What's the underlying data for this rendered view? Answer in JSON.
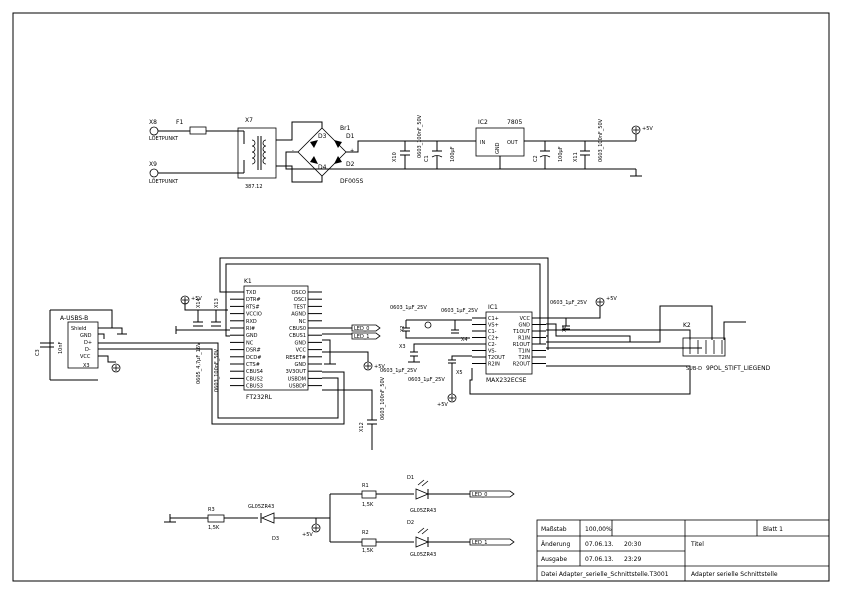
{
  "power": {
    "x8": "X8",
    "x9": "X9",
    "loet1": "LÖETPUNKT",
    "loet2": "LÖETPUNKT",
    "f1": "F1",
    "x7": "X7",
    "trafo": "387.12",
    "br1": "Br1",
    "bridge": "DF005S",
    "d1": "D1",
    "d2": "D2",
    "d3": "D3",
    "d4": "D4",
    "x10": "X10",
    "c1": "C1",
    "c1_val": "0603_100nF_50V",
    "c_100u_a": "100µF",
    "ic2": "IC2",
    "reg": "7805",
    "pin_in": "IN",
    "pin_out": "OUT",
    "pin_gnd": "GND",
    "c2": "C2",
    "c_100u_b": "100µF",
    "x11": "X11",
    "c2_val": "0603_100nF_50V",
    "p5v": "+5V"
  },
  "usb": {
    "title": "A-USBS-B",
    "shield": "Shield",
    "gnd": "GND",
    "dp": "D+",
    "dm": "D-",
    "vcc": "VCC",
    "x3": "X3",
    "c3": "C3",
    "c3_val": "10nF",
    "p5v": "+5V"
  },
  "ft232": {
    "k1": "K1",
    "name": "FT232RL",
    "pins_left": [
      "TXD",
      "DTR#",
      "RTS#",
      "VCCIO",
      "RXD",
      "RI#",
      "GND",
      "NC",
      "DSR#",
      "DCD#",
      "CTS#",
      "CBUS4",
      "CBUS2",
      "CBUS3"
    ],
    "pins_right": [
      "OSCO",
      "OSCI",
      "TEST",
      "AGND",
      "NC",
      "CBUS0",
      "CBUS1",
      "GND",
      "VCC",
      "RESET#",
      "GND",
      "3V3OUT",
      "USBDM",
      "USBDP"
    ],
    "x14": "X14",
    "x13": "X13",
    "c14_val": "0605_4,7µF_16V",
    "c13_val": "0603_100nF_50V",
    "x12": "X12",
    "c12_val": "0603_100nF_50V",
    "p5v": "+5V",
    "p5v2": "+5V",
    "led0": "LED_0",
    "led1": "LED_1"
  },
  "max232": {
    "ic1": "IC1",
    "name": "MAX232ECSE",
    "pins_left": [
      "C1+",
      "VS+",
      "C1-",
      "C2+",
      "C2-",
      "VS-",
      "T2OUT",
      "R2IN"
    ],
    "pins_right": [
      "VCC",
      "GND",
      "T1OUT",
      "R1IN",
      "R1OUT",
      "T1IN",
      "T2IN",
      "R2OUT"
    ],
    "c_top1": "0603_1µF_25V",
    "c_top2": "0603_1µF_25V",
    "c_top3": "0603_1µF_25V",
    "c_bot1": "0603_1µF_25V",
    "c_bot2": "0603_1µF_25V",
    "x2": "X2",
    "x3": "X3",
    "x4": "X4",
    "x5": "X5",
    "x6": "X6",
    "p5v": "+5V",
    "p5v2": "+5V"
  },
  "connector": {
    "k2": "K2",
    "name": "9POL_STIFT_LIEGEND",
    "sub": "SUB-D"
  },
  "leds": {
    "r3": "R3",
    "r3_val": "1,5K",
    "d3_part": "GL05ZR43",
    "d3": "D3",
    "p5v": "+5V",
    "r1": "R1",
    "r1_val": "1,5K",
    "d1": "D1",
    "d1_part": "GL05ZR43",
    "led0": "LED_0",
    "r2": "R2",
    "r2_val": "1,5K",
    "d2": "D2",
    "d2_part": "GL05ZR43",
    "led1": "LED_1"
  },
  "titleblock": {
    "massstab_label": "Maßstab",
    "massstab_val": "100,00%",
    "blatt": "Blatt 1",
    "aenderung_label": "Änderung",
    "aenderung_date": "07.06.13.",
    "aenderung_time": "20:30",
    "titel_label": "Titel",
    "ausgabe_label": "Ausgabe",
    "ausgabe_date": "07.06.13.",
    "ausgabe_time": "23:29",
    "datei": "Datei Adapter_serielle_Schnittstelle.T3001",
    "title": "Adapter serielle Schnittstelle"
  }
}
